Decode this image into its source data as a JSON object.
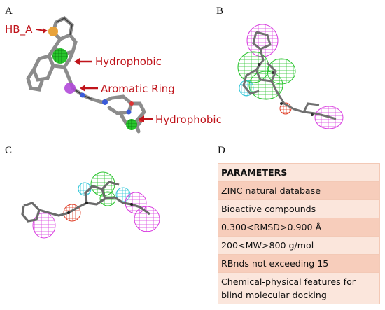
{
  "panels": {
    "a": {
      "letter": "A",
      "labels": {
        "hb": "HB_A",
        "hydrophobic_1": "Hydrophobic",
        "aromatic": "Aromatic Ring",
        "hydrophobic_2": "Hydrophobic"
      }
    },
    "b": {
      "letter": "B"
    },
    "c": {
      "letter": "C"
    },
    "d": {
      "letter": "D"
    }
  },
  "parameters": {
    "header": "PARAMETERS",
    "rows": [
      "ZINC natural database",
      "Bioactive compounds",
      "0.300<RMSD>0.900 Å",
      "200<MW>800 g/mol",
      "RBnds not exceeding 15",
      "Chemical-physical features for blind molecular docking"
    ]
  },
  "colors": {
    "annotation_red": "#c0141b",
    "hydrophobic_green": "#27c42b",
    "aromatic_magenta": "#cc2fd6",
    "hb_acceptor_cyan": "#2fc6d8",
    "hb_donor_orange": "#e8a23a",
    "excluded_red": "#e0432c"
  }
}
